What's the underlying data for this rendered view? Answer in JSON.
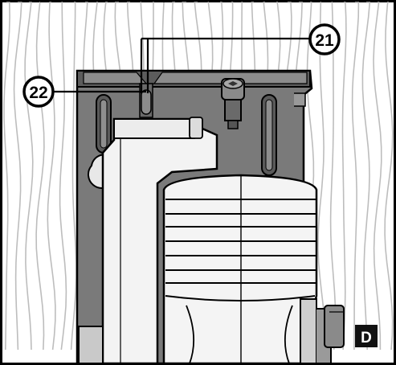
{
  "figure": {
    "panel_label": "D",
    "callouts": [
      {
        "number": "21",
        "target": "blade-guard-notch-upper"
      },
      {
        "number": "22",
        "target": "blade-guard-notch-lower"
      }
    ],
    "colors": {
      "background": "#ffffff",
      "wood_grain": "#c8c8c8",
      "baseplate": "#707070",
      "baseplate_dark": "#4a4a4a",
      "tool_body": "#f2f2f2",
      "outline": "#000000",
      "label_fill": "#111111"
    },
    "icons": [
      "wood-grain-background",
      "saw-baseplate",
      "saw-body",
      "adjustment-screw"
    ]
  }
}
